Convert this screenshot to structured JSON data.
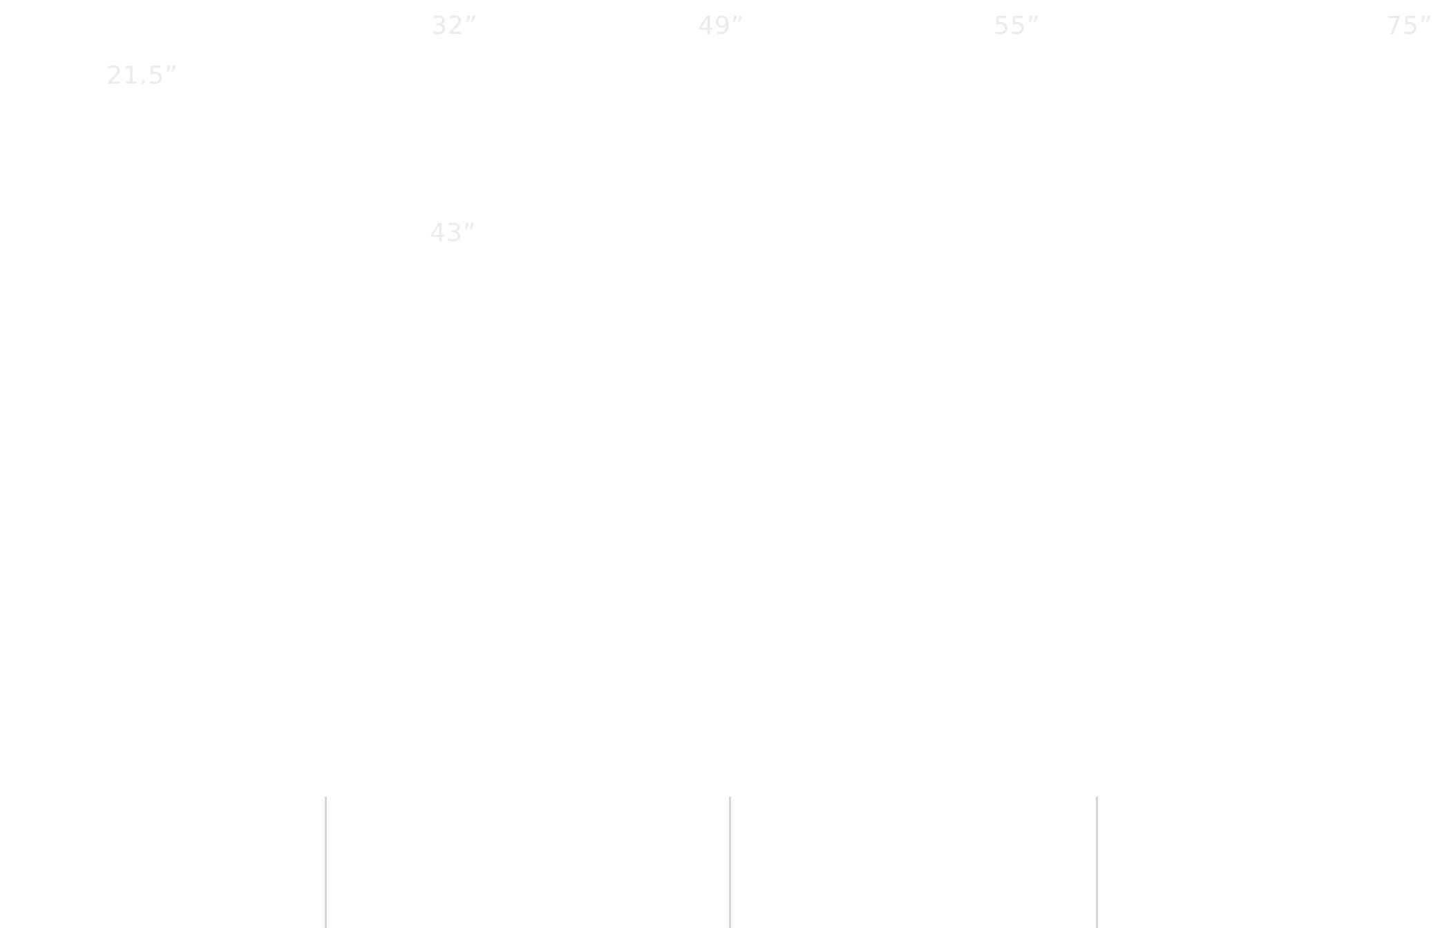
{
  "sizes": {
    "s21_5": "21.5”",
    "s32": "32”",
    "s43": "43”",
    "s49": "49”",
    "s55": "55”",
    "s75": "75”"
  },
  "colors": {
    "label": "#ebebeb",
    "divider": "#d6d6d6"
  }
}
